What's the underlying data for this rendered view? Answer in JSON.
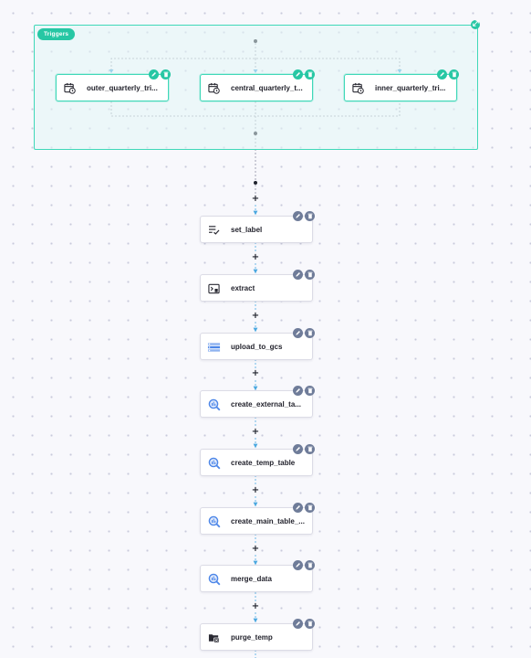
{
  "canvas": {
    "group_label": "Triggers"
  },
  "triggers": [
    {
      "label": "outer_quarterly_tri...",
      "icon": "calendar-clock-icon"
    },
    {
      "label": "central_quarterly_t...",
      "icon": "calendar-clock-icon"
    },
    {
      "label": "inner_quarterly_tri...",
      "icon": "calendar-clock-icon"
    }
  ],
  "tasks": [
    {
      "label": "set_label",
      "icon": "list-check-icon"
    },
    {
      "label": "extract",
      "icon": "terminal-icon"
    },
    {
      "label": "upload_to_gcs",
      "icon": "cloud-storage-icon"
    },
    {
      "label": "create_external_ta...",
      "icon": "bigquery-icon"
    },
    {
      "label": "create_temp_table",
      "icon": "bigquery-icon"
    },
    {
      "label": "create_main_table_...",
      "icon": "bigquery-icon"
    },
    {
      "label": "merge_data",
      "icon": "bigquery-icon"
    },
    {
      "label": "purge_temp",
      "icon": "gcs-delete-icon"
    }
  ],
  "colors": {
    "accent": "#27c7a4",
    "node_action": "#6f7c99",
    "edge": "#4aa8e0"
  }
}
